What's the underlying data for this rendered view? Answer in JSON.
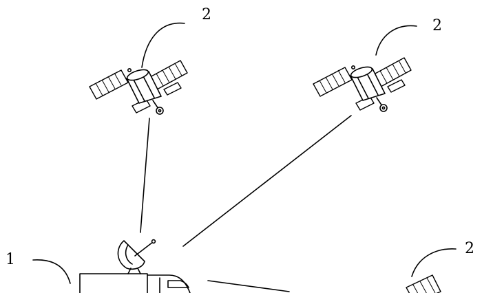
{
  "labels": {
    "satellite_top_left": "2",
    "satellite_top_right": "2",
    "satellite_bottom_right": "2",
    "ground_vehicle": "1"
  },
  "colors": {
    "line": "#000000",
    "background": "#ffffff"
  },
  "icons": {
    "satellite": "satellite-icon",
    "vehicle": "vehicle-icon",
    "dish": "satellite-dish-icon"
  }
}
